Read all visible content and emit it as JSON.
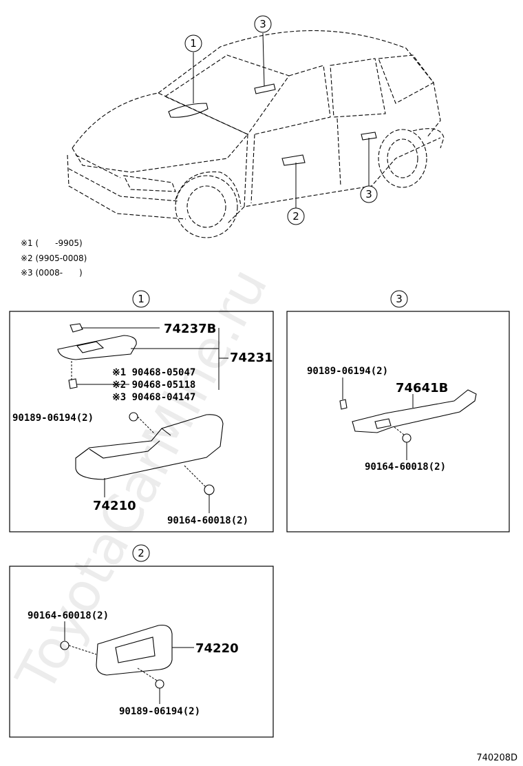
{
  "callouts": {
    "c1": "1",
    "c2": "2",
    "c3": "3"
  },
  "notes": [
    "※1 (　　-9905)",
    "※2 (9905-0008)",
    "※3 (0008-　　)"
  ],
  "panel1": {
    "marker": "1",
    "p74237B": "74237B",
    "p74231": "74231",
    "p05047": "※1 90468-05047",
    "p05118": "※2 90468-05118",
    "p04147": "※3 90468-04147",
    "p90189": "90189-06194(2)",
    "p74210": "74210",
    "p90164": "90164-60018(2)"
  },
  "panel3": {
    "marker": "3",
    "p90189": "90189-06194(2)",
    "p74641B": "74641B",
    "p90164": "90164-60018(2)"
  },
  "panel2": {
    "marker": "2",
    "p90164": "90164-60018(2)",
    "p74220": "74220",
    "p90189": "90189-06194(2)"
  },
  "watermark": "ToyotaCarMine.ru",
  "diagram_code": "740208D"
}
